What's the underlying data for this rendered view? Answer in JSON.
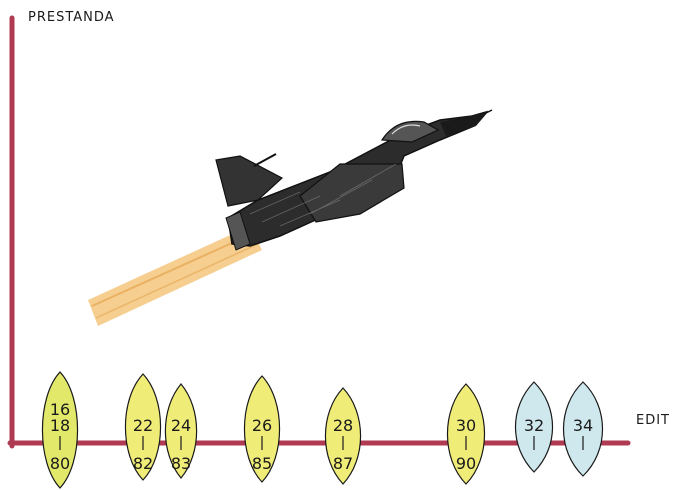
{
  "y_axis_label": "PRESTANDA",
  "x_axis_label": "EDIT",
  "markers": [
    {
      "top": [
        "16",
        "18"
      ],
      "bottom": "80",
      "color": "#e2e86a"
    },
    {
      "top": [
        "22"
      ],
      "bottom": "82",
      "color": "#f0ec78"
    },
    {
      "top": [
        "24"
      ],
      "bottom": "83",
      "color": "#f0ec78"
    },
    {
      "top": [
        "26"
      ],
      "bottom": "85",
      "color": "#f0ec78"
    },
    {
      "top": [
        "28"
      ],
      "bottom": "87",
      "color": "#f0ec78"
    },
    {
      "top": [
        "30"
      ],
      "bottom": "90",
      "color": "#f0ec78"
    },
    {
      "top": [
        "32"
      ],
      "bottom": "",
      "color": "#cfe8ee"
    },
    {
      "top": [
        "34"
      ],
      "bottom": "",
      "color": "#cfe8ee"
    }
  ],
  "colors": {
    "axis": "#b03a52",
    "exhaust": "#f0c070",
    "aircraft": "#2a2a2a"
  }
}
